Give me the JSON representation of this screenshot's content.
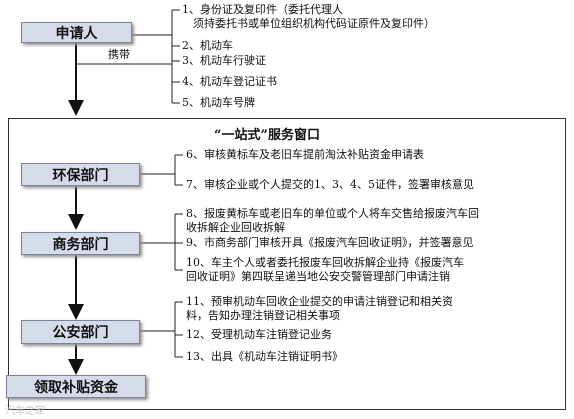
{
  "applicant": "申请人",
  "carry_label": "携带",
  "docs": [
    "1、身份证及复印件（委托代理人",
    "须持委托书或单位组织机构代码证原件及复印件）",
    "2、机动车",
    "3、机动车行驶证",
    "4、机动车登记证书",
    "5、机动车号牌"
  ],
  "window_title": "“一站式”服务窗口",
  "departments": {
    "env": "环保部门",
    "commerce": "商务部门",
    "police": "公安部门",
    "final": "领取补贴资金"
  },
  "steps": {
    "s6": "6、审核黄标车及老旧车提前淘汰补贴资金申请表",
    "s7": "7、审核企业或个人提交的1、3、4、5证件，签署审核意见",
    "s8a": "8、报废黄标车或老旧车的单位或个人将车交售给报废汽车回",
    "s8b": "收拆解企业回收拆解",
    "s9": "9、市商务部门审核开具《报废汽车回收证明》，并签署意见",
    "s10a": "10、车主个人或者委托报废车回收拆解企业持《报废汽车",
    "s10b": "回收证明》第四联呈递当地公安交警管理部门申请注销",
    "s11a": "11、预审机动车回收企业提交的申请注销登记和相关资",
    "s11b": "料，告知办理注销登记相关事项",
    "s12": "12、受理机动车注销登记业务",
    "s13": "13、出具《机动车注销证明书》"
  },
  "watermark": "汽车之家"
}
